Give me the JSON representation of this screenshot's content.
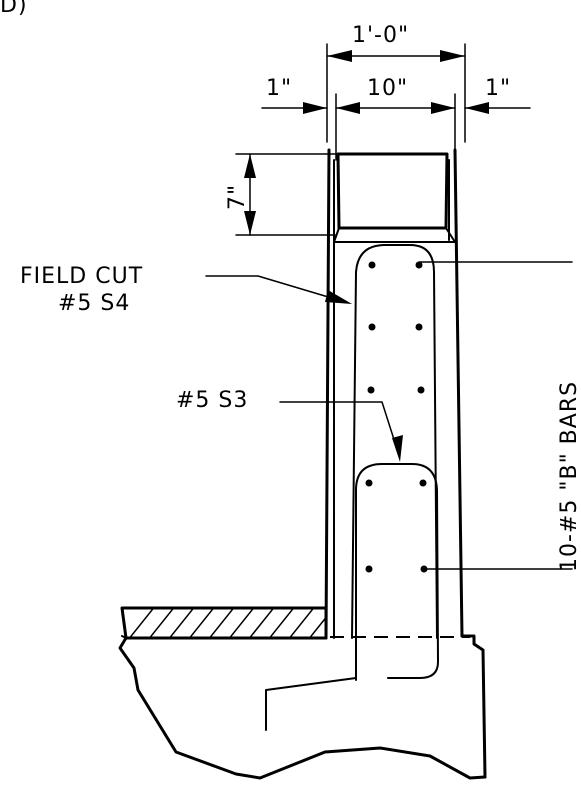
{
  "labels": {
    "corner_mark": "D)",
    "total_width": "1'-0\"",
    "left_clear": "1\"",
    "inner_width": "10\"",
    "right_clear": "1\"",
    "top_depth": "7\"",
    "field_cut_line1": "FIELD CUT",
    "field_cut_line2": "#5 S4",
    "s3_bar": "#5 S3",
    "b_bars": "10-#5 \"B\" BARS"
  }
}
